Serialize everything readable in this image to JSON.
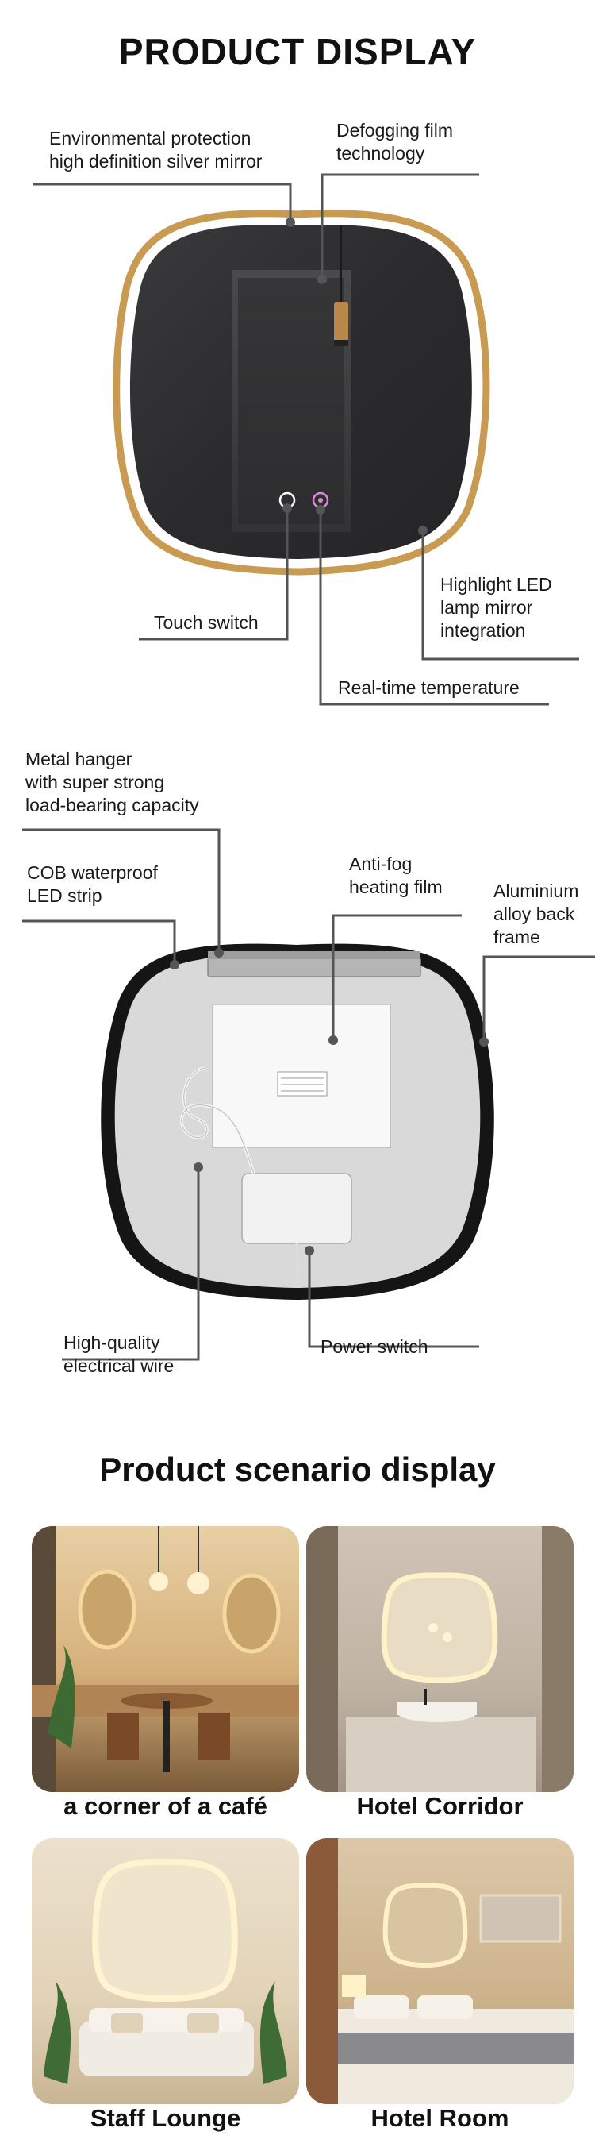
{
  "display": {
    "title": "PRODUCT DISPLAY",
    "labels": {
      "silver_mirror": [
        "Environmental protection",
        "high definition silver mirror"
      ],
      "defog": [
        "Defogging film",
        "technology"
      ],
      "touch": [
        "Touch switch"
      ],
      "highlight": [
        "Highlight LED",
        "lamp mirror",
        "integration"
      ],
      "temp": [
        "Real-time temperature"
      ]
    }
  },
  "back": {
    "labels": {
      "hanger": [
        "Metal hanger",
        "with super strong",
        "load-bearing capacity"
      ],
      "cob": [
        "COB waterproof",
        "LED strip"
      ],
      "antifog": [
        "Anti-fog",
        "heating film"
      ],
      "aluminium": [
        "Aluminium",
        "alloy back",
        "frame"
      ],
      "wire": [
        "High-quality",
        "electrical wire"
      ],
      "power": [
        "Power switch"
      ]
    }
  },
  "scenario": {
    "title": "Product scenario display",
    "items": [
      {
        "caption": "a corner of a café"
      },
      {
        "caption": "Hotel Corridor"
      },
      {
        "caption": "Staff Lounge"
      },
      {
        "caption": "Hotel Room"
      }
    ]
  },
  "colors": {
    "gold": "#c99a52",
    "mirror": "#2f2f31",
    "warm": "#d8b582",
    "line": "#555555"
  }
}
